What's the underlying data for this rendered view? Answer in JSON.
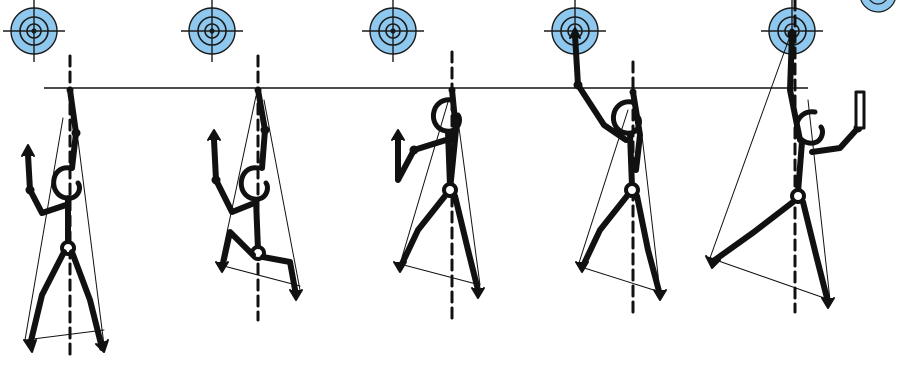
{
  "figure": {
    "kind": "climbing-movement-sequence",
    "frames": [
      "frame-1",
      "frame-2",
      "frame-3",
      "frame-4",
      "frame-5"
    ],
    "target_icon": "crosshair-target-icon",
    "target_fill": "#8fc8ee",
    "target_ring": "#1a1a1a",
    "ink": "#111111",
    "background": "#ffffff"
  }
}
